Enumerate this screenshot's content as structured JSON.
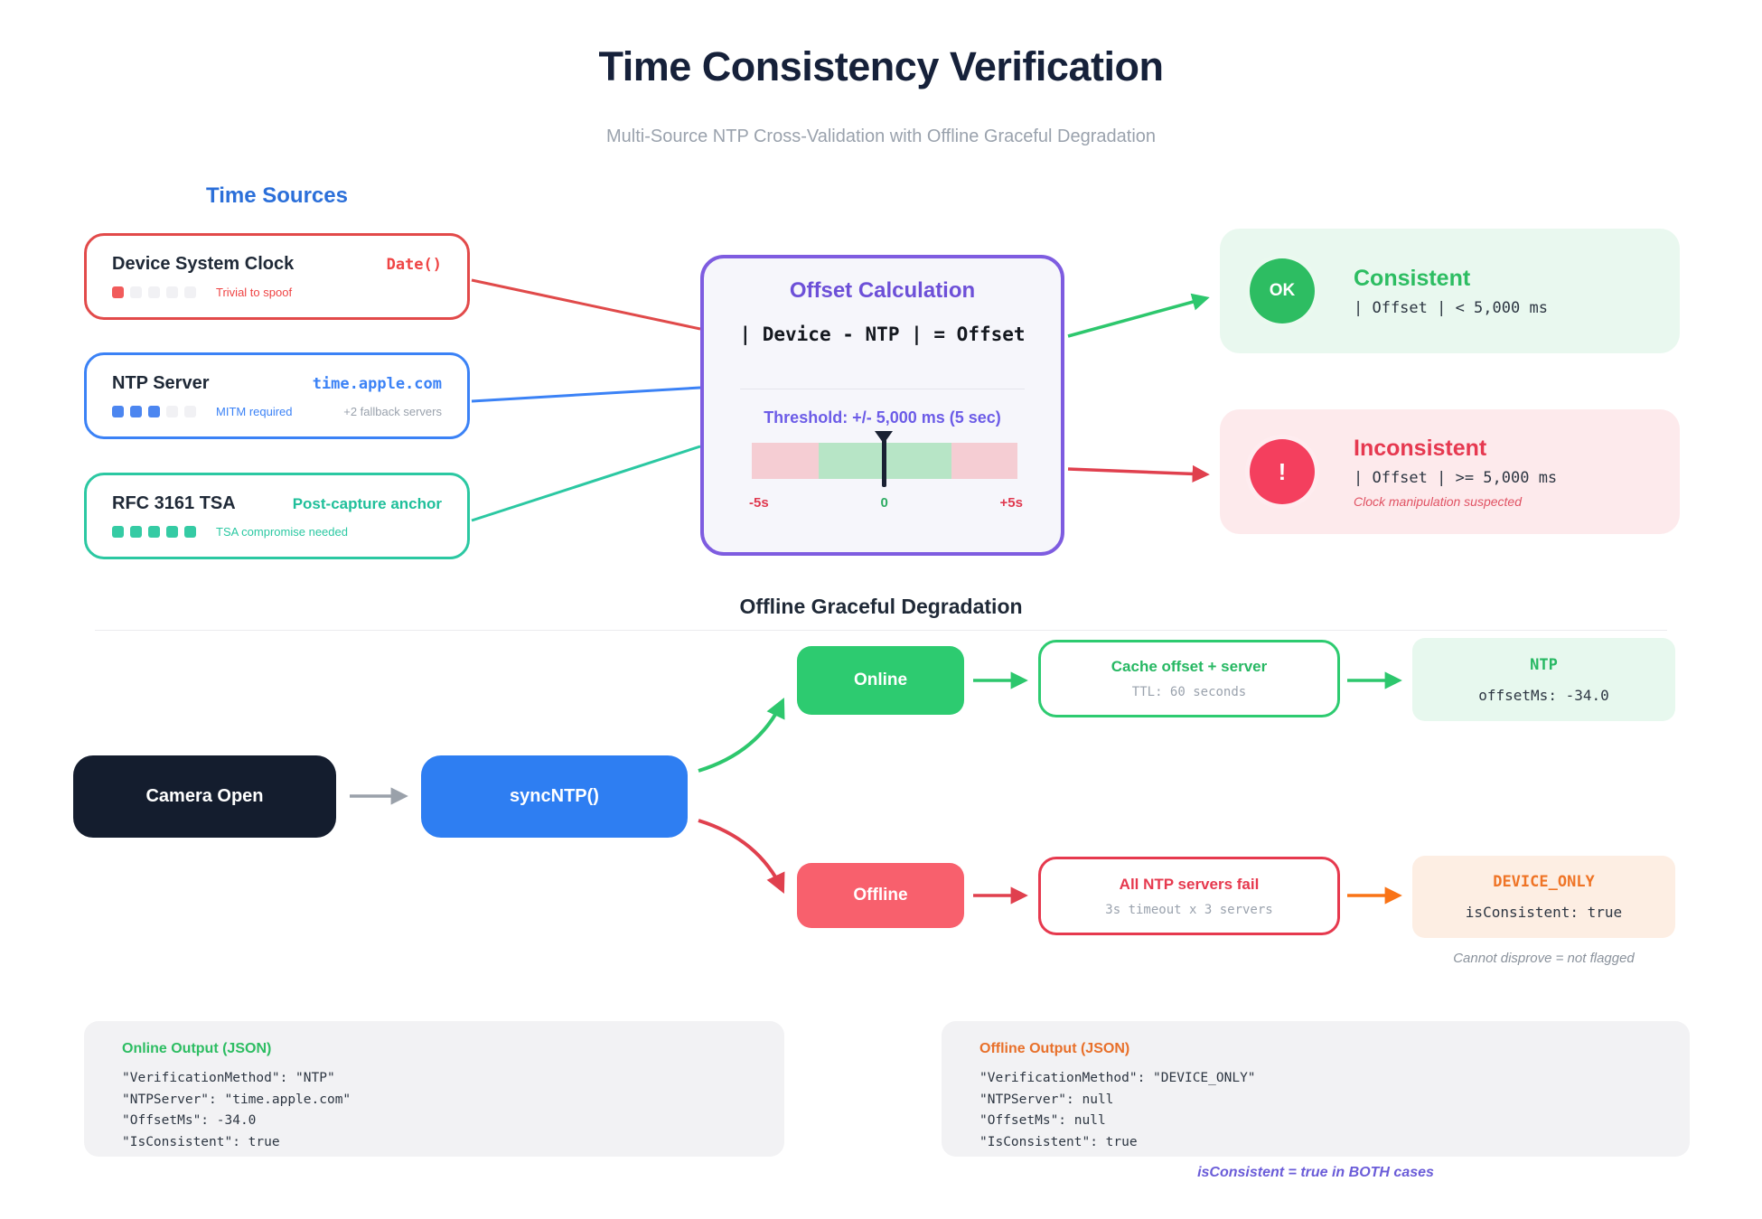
{
  "page": {
    "title": "Time Consistency Verification",
    "subtitle": "Multi-Source NTP Cross-Validation with Offline Graceful Degradation"
  },
  "colors": {
    "title_navy": "#16213a",
    "source_red": "#e24a4a",
    "source_blue": "#3b82f6",
    "source_teal": "#2bc8a2",
    "purple_accent": "#7e5ce0",
    "success_green": "#2dbd62",
    "danger_rose": "#f43f5e",
    "flow_blue": "#2e7ef2",
    "flow_dark": "#141d2e",
    "online_green": "#2dcb70",
    "offline_red": "#f8606d",
    "orange_accent": "#ef7426",
    "footnote_purple": "#6a5cd8",
    "gauge_pink": "#f5cdd3",
    "gauge_green": "#b7e5c6"
  },
  "time_sources": {
    "heading": "Time Sources",
    "cards": [
      {
        "name": "Device System Clock",
        "tag": "Date()",
        "note": "Trivial to spoof",
        "extra": "",
        "rating": {
          "filled": 1,
          "total": 5,
          "fill": "#f15b5b",
          "empty": "#f1f1f4"
        }
      },
      {
        "name": "NTP Server",
        "tag": "time.apple.com",
        "note": "MITM required",
        "extra": "+2 fallback servers",
        "rating": {
          "filled": 3,
          "total": 5,
          "fill": "#4c86f0",
          "empty": "#f1f1f4"
        }
      },
      {
        "name": "RFC 3161 TSA",
        "tag": "Post-capture anchor",
        "note": "TSA compromise needed",
        "extra": "",
        "rating": {
          "filled": 5,
          "total": 5,
          "fill": "#35cba4",
          "empty": "#f1f1f4"
        }
      }
    ]
  },
  "offset_calc": {
    "title": "Offset Calculation",
    "formula": "| Device - NTP | = Offset",
    "threshold_label": "Threshold: +/- 5,000 ms (5 sec)",
    "scale_min": "-5s",
    "scale_zero": "0",
    "scale_max": "+5s"
  },
  "results": {
    "consistent": {
      "badge": "OK",
      "title": "Consistent",
      "condition": "| Offset | < 5,000 ms"
    },
    "inconsistent": {
      "badge": "!",
      "title": "Inconsistent",
      "condition": "| Offset | >= 5,000 ms",
      "note": "Clock manipulation suspected"
    }
  },
  "degradation": {
    "heading": "Offline Graceful Degradation",
    "start": "Camera Open",
    "sync": "syncNTP()",
    "online": {
      "label": "Online",
      "action": "Cache offset + server",
      "action_note": "TTL: 60 seconds",
      "result_title": "NTP",
      "result_value": "offsetMs: -34.0"
    },
    "offline": {
      "label": "Offline",
      "action": "All NTP servers fail",
      "action_note": "3s timeout x 3 servers",
      "result_title": "DEVICE_ONLY",
      "result_value": "isConsistent: true",
      "caption": "Cannot disprove = not flagged"
    }
  },
  "outputs": {
    "online": {
      "title": "Online Output (JSON)",
      "lines": [
        "\"VerificationMethod\": \"NTP\"",
        "\"NTPServer\": \"time.apple.com\"",
        "\"OffsetMs\": -34.0",
        "\"IsConsistent\": true"
      ]
    },
    "offline": {
      "title": "Offline Output (JSON)",
      "lines": [
        "\"VerificationMethod\": \"DEVICE_ONLY\"",
        "\"NTPServer\": null",
        "\"OffsetMs\": null",
        "\"IsConsistent\": true"
      ]
    },
    "footnote": "isConsistent = true in BOTH cases"
  }
}
